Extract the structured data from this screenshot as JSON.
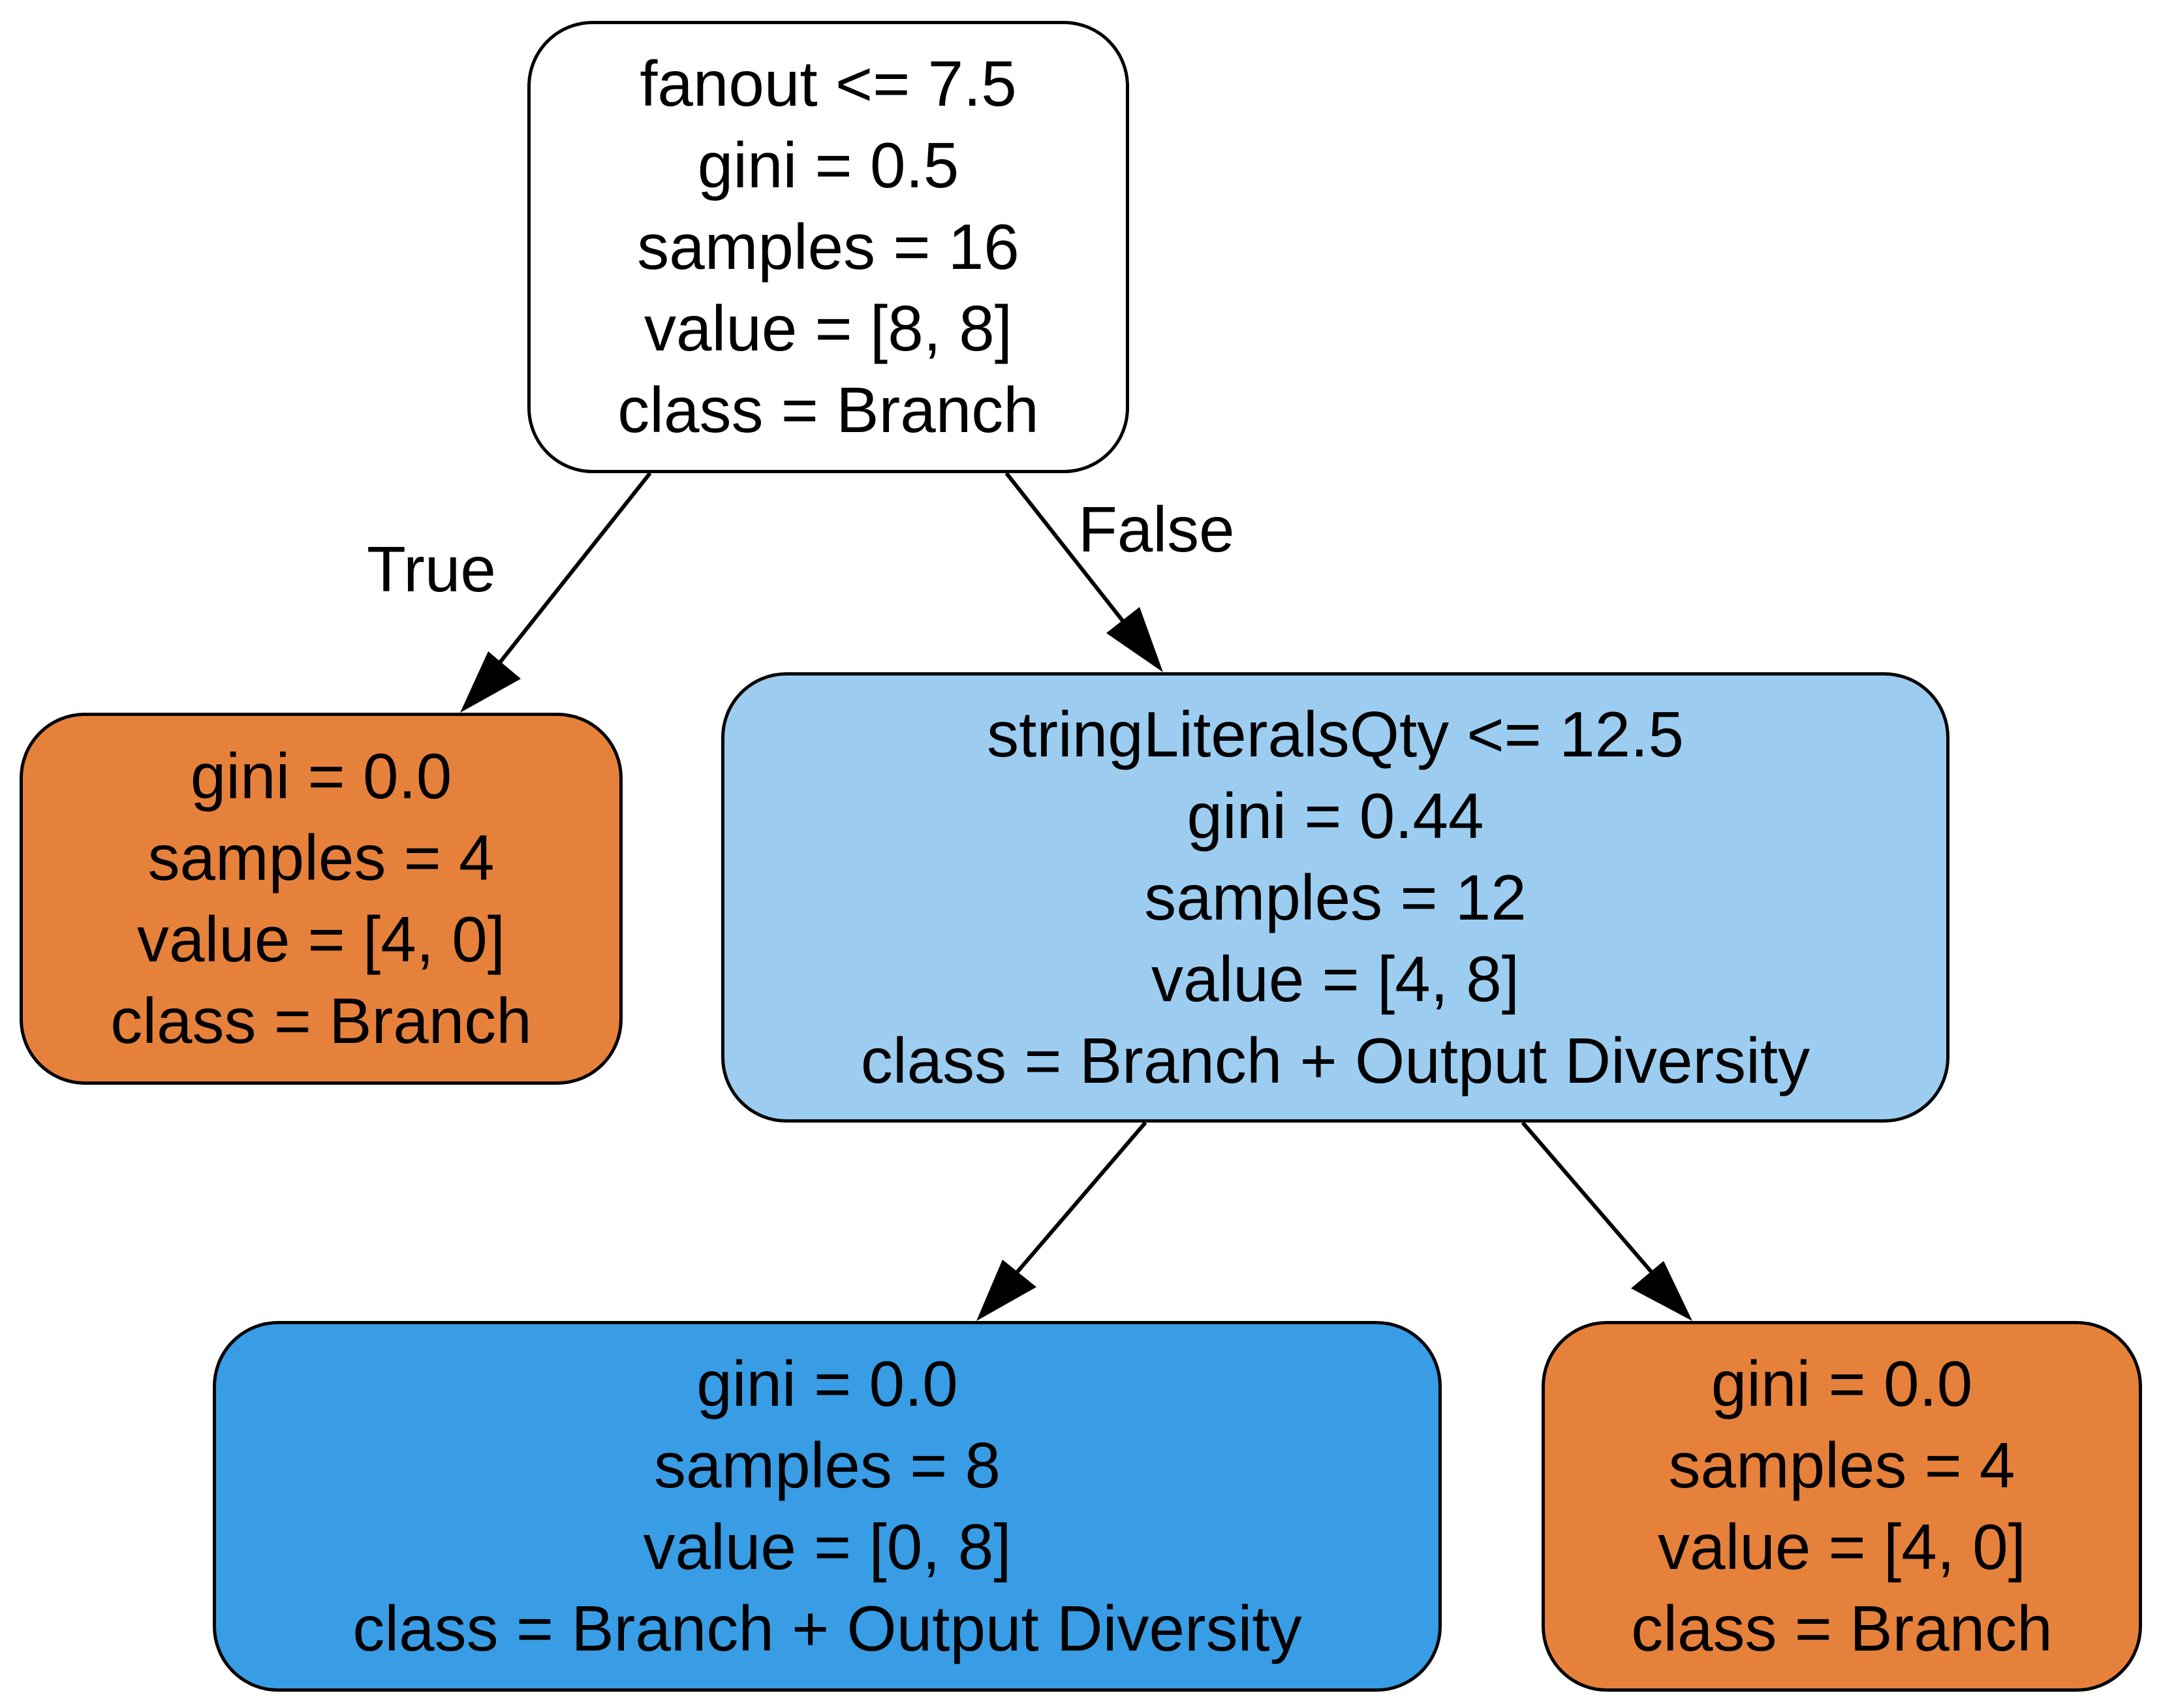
{
  "tree": {
    "root": {
      "lines": [
        "fanout <= 7.5",
        "gini = 0.5",
        "samples = 16",
        "value = [8, 8]",
        "class = Branch"
      ],
      "fill": "#ffffff"
    },
    "left_leaf": {
      "lines": [
        "gini = 0.0",
        "samples = 4",
        "value = [4, 0]",
        "class = Branch"
      ],
      "fill": "#e6813c"
    },
    "right_split": {
      "lines": [
        "stringLiteralsQty <= 12.5",
        "gini = 0.44",
        "samples = 12",
        "value = [4, 8]",
        "class = Branch + Output Diversity"
      ],
      "fill": "#9ccdf0"
    },
    "bottom_left_leaf": {
      "lines": [
        "gini = 0.0",
        "samples = 8",
        "value = [0, 8]",
        "class = Branch + Output Diversity"
      ],
      "fill": "#399de5"
    },
    "bottom_right_leaf": {
      "lines": [
        "gini = 0.0",
        "samples = 4",
        "value = [4, 0]",
        "class = Branch"
      ],
      "fill": "#e6813c"
    },
    "edges": {
      "true_label": "True",
      "false_label": "False"
    }
  }
}
